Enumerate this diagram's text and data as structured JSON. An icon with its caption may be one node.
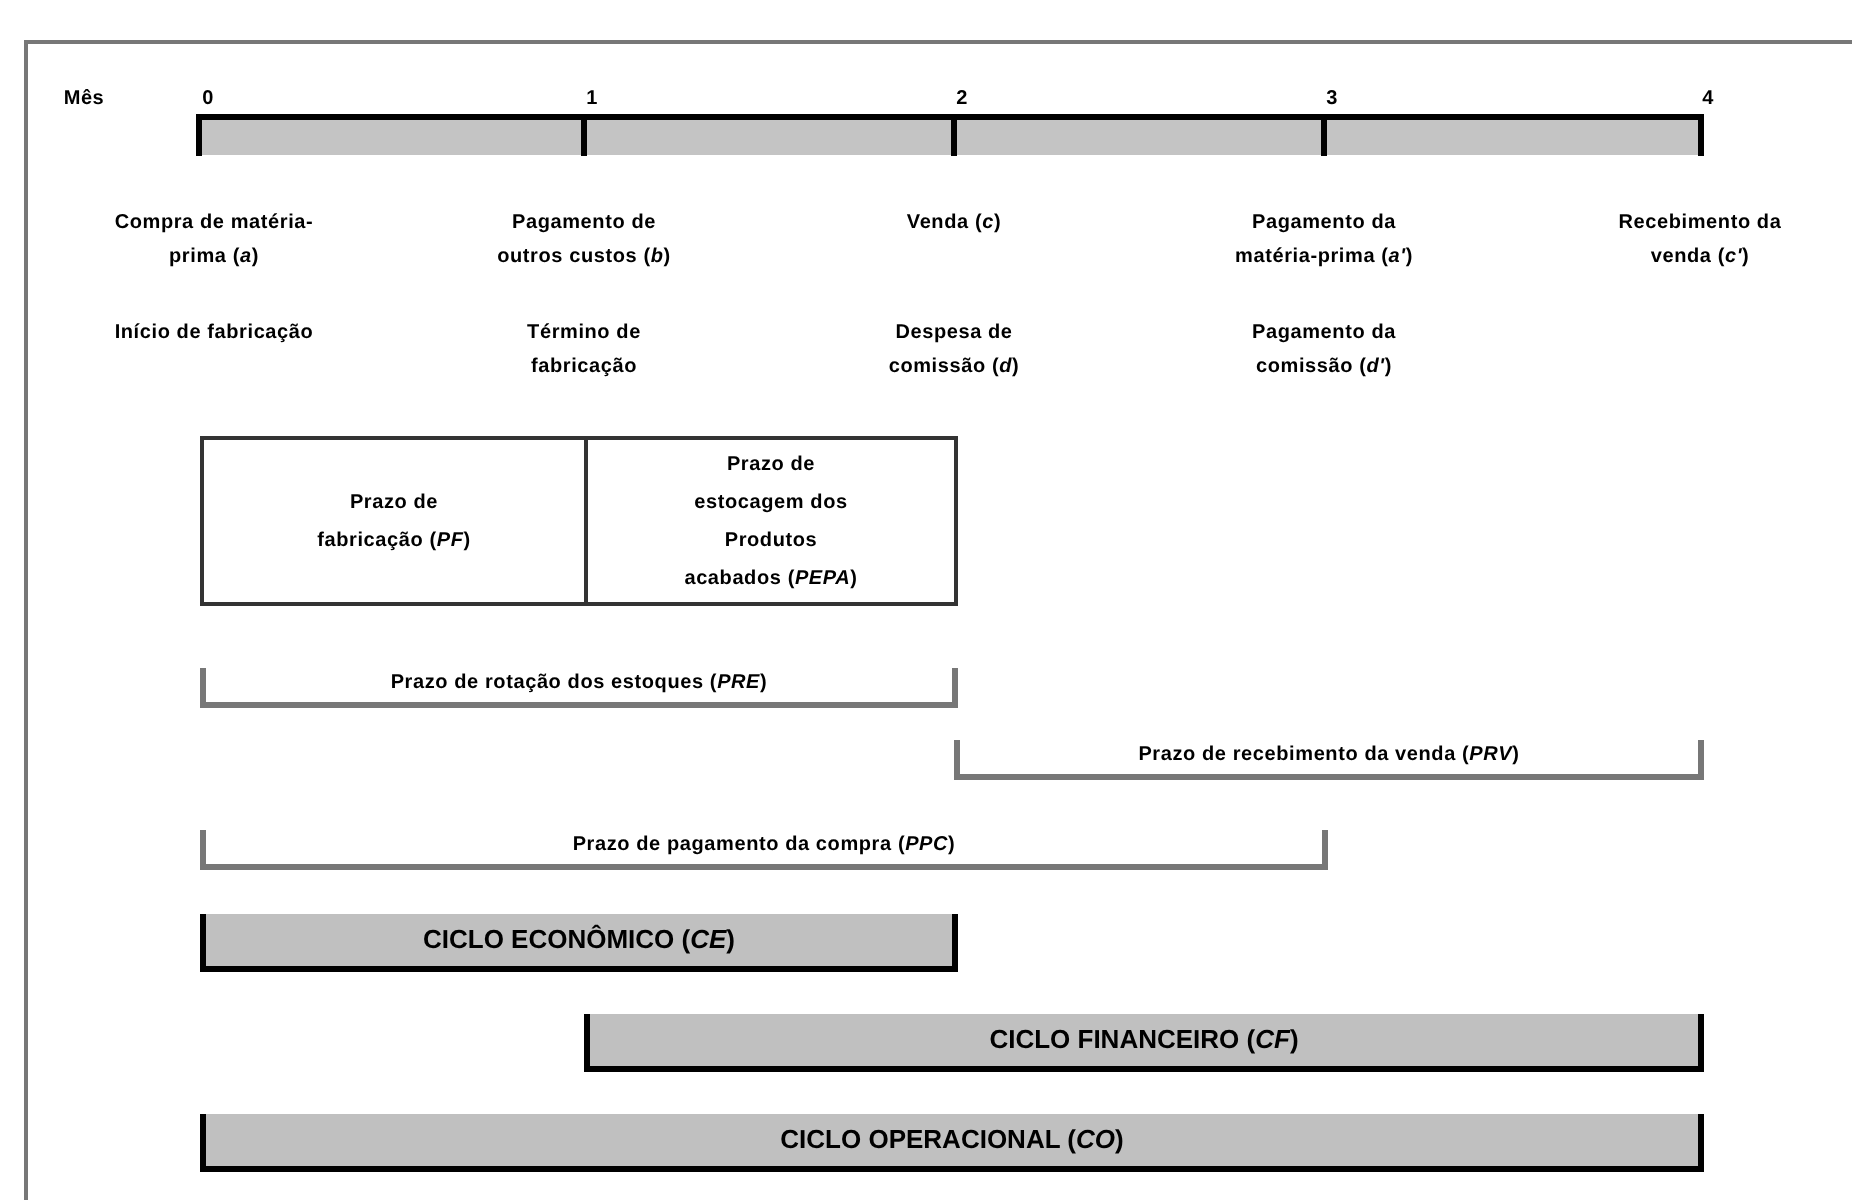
{
  "diagram": {
    "nodes": [
      {
        "text": [
          "Prazo de fabricação (*PF*)"
        ]
      },
      {
        "text": [
          "Prazo de estocagem dos Produtos acabados (*PEPA*)"
        ]
      },
      {
        "text": [
          "Prazo de rotação dos estoques (*PRE*)"
        ]
      },
      {
        "text": [
          "Prazo de recebimento da venda (*PRV*)"
        ]
      },
      {
        "text": [
          "Prazo de pagamento da compra (*PPC*)"
        ]
      },
      {
        "text": [
          "CICLO ECONÔMICO (*CE*)"
        ]
      },
      {
        "text": [
          "CICLO FINANCEIRO (*CF*)"
        ]
      },
      {
        "text": [
          "CICLO OPERACIONAL (*CO*)"
        ]
      }
    ],
    "labels": [
      "Mês",
      "0",
      "1",
      "2",
      "3",
      "4",
      "Compra de matéria-prima (*a*)",
      "Pagamento de outros custos (*b*)",
      "Venda (*c*)",
      "Pagamento da matéria-prima (*a'*)",
      "Recebimento da venda (*c'*)",
      "Início de fabricação",
      "Término de fabricação",
      "Despesa de comissão (*d*)",
      "Pagamento da comissão (*d'*)"
    ]
  }
}
